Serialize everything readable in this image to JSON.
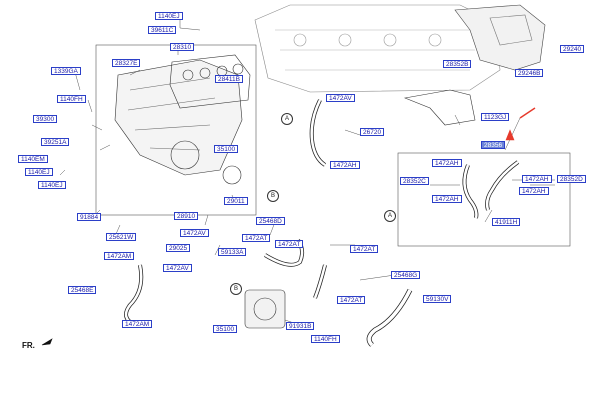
{
  "diagram": {
    "highlight_color": "#6d84d8",
    "label_border_color": "#2b3fc8",
    "orientation_label": "FR.",
    "callouts": [
      "A",
      "B",
      "A",
      "B"
    ],
    "part_labels": [
      {
        "id": "p1",
        "text": "1140EJ"
      },
      {
        "id": "p2",
        "text": "39611C"
      },
      {
        "id": "p3",
        "text": "28310"
      },
      {
        "id": "p4",
        "text": "28327E"
      },
      {
        "id": "p5",
        "text": "28411B"
      },
      {
        "id": "p6",
        "text": "1339GA"
      },
      {
        "id": "p7",
        "text": "1140FH"
      },
      {
        "id": "p8",
        "text": "39300"
      },
      {
        "id": "p9",
        "text": "39251A"
      },
      {
        "id": "p10",
        "text": "1140EM"
      },
      {
        "id": "p11",
        "text": "1140EJ"
      },
      {
        "id": "p12",
        "text": "1140EJ"
      },
      {
        "id": "p13",
        "text": "91884"
      },
      {
        "id": "p14",
        "text": "25621W"
      },
      {
        "id": "p15",
        "text": "35100"
      },
      {
        "id": "p16",
        "text": "28910"
      },
      {
        "id": "p17",
        "text": "29011"
      },
      {
        "id": "p18",
        "text": "1472AV"
      },
      {
        "id": "p19",
        "text": "29025"
      },
      {
        "id": "p20",
        "text": "1472AV"
      },
      {
        "id": "p21",
        "text": "59133A"
      },
      {
        "id": "p22",
        "text": "1472AM"
      },
      {
        "id": "p23",
        "text": "25468E"
      },
      {
        "id": "p24",
        "text": "1472AM"
      },
      {
        "id": "p25",
        "text": "25468D"
      },
      {
        "id": "p26",
        "text": "1472AT"
      },
      {
        "id": "p27",
        "text": "1472AT"
      },
      {
        "id": "p28",
        "text": "1472AV"
      },
      {
        "id": "p29",
        "text": "26720"
      },
      {
        "id": "p30",
        "text": "1472AH"
      },
      {
        "id": "p31",
        "text": "1472AT"
      },
      {
        "id": "p32",
        "text": "25468G"
      },
      {
        "id": "p33",
        "text": "1472AT"
      },
      {
        "id": "p34",
        "text": "59130V"
      },
      {
        "id": "p35",
        "text": "91931B"
      },
      {
        "id": "p36",
        "text": "35100"
      },
      {
        "id": "p37",
        "text": "1140FH"
      },
      {
        "id": "p38",
        "text": "28352B"
      },
      {
        "id": "p39",
        "text": "1123GJ"
      },
      {
        "id": "p40",
        "text": "29240"
      },
      {
        "id": "p41",
        "text": "29246B"
      },
      {
        "id": "p42",
        "text": "28356"
      },
      {
        "id": "p43",
        "text": "1472AH"
      },
      {
        "id": "p44",
        "text": "28352C"
      },
      {
        "id": "p45",
        "text": "1472AH"
      },
      {
        "id": "p46",
        "text": "1472AH"
      },
      {
        "id": "p47",
        "text": "28352D"
      },
      {
        "id": "p48",
        "text": "1472AH"
      },
      {
        "id": "p49",
        "text": "1472AH"
      },
      {
        "id": "p50",
        "text": "41911H"
      }
    ],
    "selected_id": "p42"
  }
}
